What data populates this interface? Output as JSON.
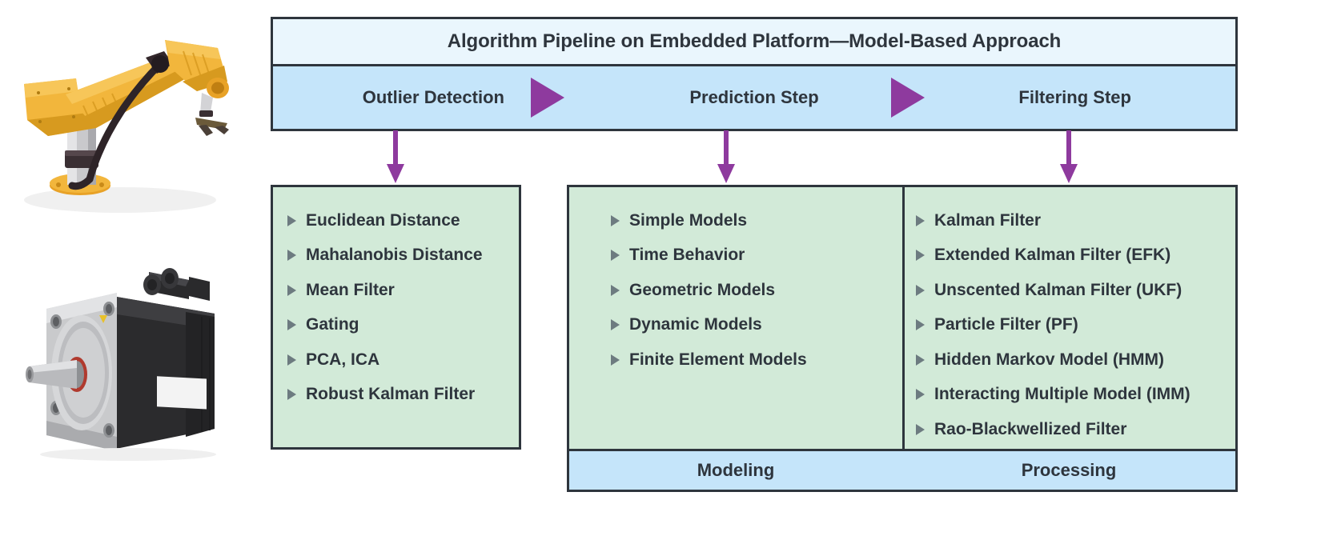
{
  "photos": [
    {
      "name": "robot-arm-photo",
      "alt": "Yellow industrial robotic arm with gripper"
    },
    {
      "name": "servo-motor-photo",
      "alt": "Black industrial servo motor with aluminium flange and shaft"
    }
  ],
  "diagram": {
    "title": "Algorithm Pipeline on Embedded Platform—Model-Based Approach",
    "steps": [
      {
        "label": "Outlier Detection"
      },
      {
        "label": "Prediction Step"
      },
      {
        "label": "Filtering Step"
      }
    ],
    "arrow_icon": "right-triangle-arrow-icon",
    "down_arrow_icon": "down-arrow-icon",
    "bullet_icon": "right-triangle-bullet-icon",
    "columns": [
      {
        "key": "outlier",
        "footer": null,
        "items": [
          "Euclidean Distance",
          "Mahalanobis Distance",
          "Mean Filter",
          "Gating",
          "PCA, ICA",
          "Robust Kalman Filter"
        ]
      },
      {
        "key": "modeling",
        "footer": "Modeling",
        "items": [
          "Simple Models",
          "Time Behavior",
          "Geometric Models",
          "Dynamic Models",
          "Finite Element Models"
        ]
      },
      {
        "key": "processing",
        "footer": "Processing",
        "items": [
          "Kalman Filter",
          "Extended Kalman Filter (EFK)",
          "Unscented Kalman Filter (UKF)",
          "Particle Filter (PF)",
          "Hidden Markov Model (HMM)",
          "Interacting Multiple Model (IMM)",
          "Rao-Blackwellized Filter"
        ]
      }
    ]
  },
  "colors": {
    "title_band": "#eaf6fd",
    "step_band": "#c5e5fa",
    "list_box": "#d2ead8",
    "border": "#2e353d",
    "arrow_purple": "#8e3a9e",
    "bullet_gray": "#6d7b80",
    "text": "#2e353d"
  }
}
